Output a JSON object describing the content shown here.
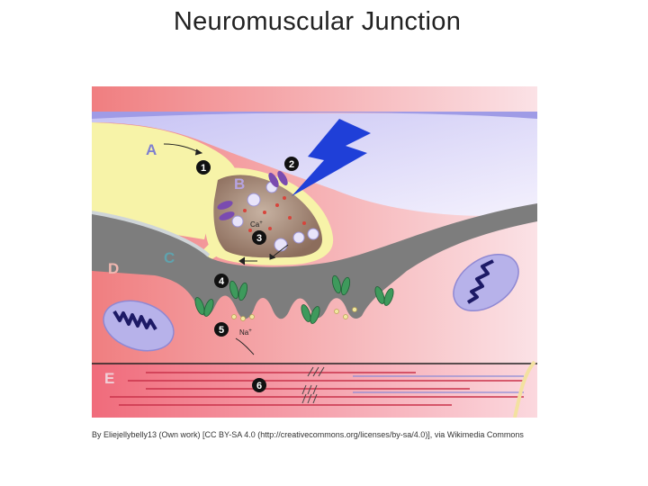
{
  "slide": {
    "title": "Neuromuscular Junction"
  },
  "diagram": {
    "regions": {
      "a": "A",
      "b": "B",
      "c": "C",
      "d": "D",
      "e": "E"
    },
    "steps": [
      "1",
      "2",
      "3",
      "4",
      "5",
      "6"
    ],
    "ions": {
      "calcium": "Ca",
      "calcium_sup": "+",
      "sodium": "Na",
      "sodium_sup": "+"
    },
    "colors": {
      "lightning": "#1f3fd8",
      "axon": "#f7f3a8",
      "terminal": "#b59b87",
      "cleft": "#7d7d7d",
      "muscle": "#f2a6a2",
      "receptor": "#3e9a5c",
      "channel": "#7a4bb0",
      "fiber_line": "#c9324a",
      "mitochondrion": "#b7b2ea"
    }
  },
  "credit": "By Eliejellybelly13 (Own work) [CC BY-SA 4.0 (http://creativecommons.org/licenses/by-sa/4.0)], via Wikimedia Commons"
}
